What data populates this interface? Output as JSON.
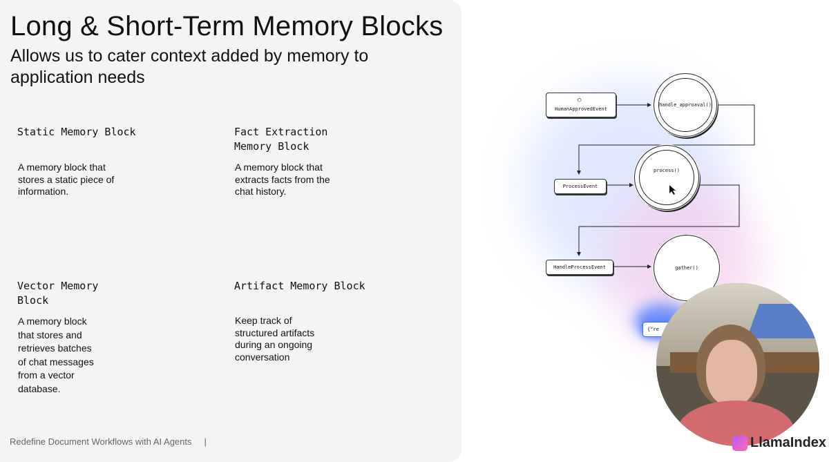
{
  "slide": {
    "title": "Long & Short-Term Memory Blocks",
    "subtitle": "Allows us to cater context added by memory to application needs",
    "blocks": [
      {
        "title": "Static Memory Block",
        "description": "A memory block that stores a static piece of information."
      },
      {
        "title": "Fact Extraction\nMemory Block",
        "description": "A memory block that extracts facts from the chat history."
      },
      {
        "title": "Vector Memory\nBlock",
        "description": "A memory block that stores and retrieves batches of chat messages from a vector database."
      },
      {
        "title": "Artifact Memory Block",
        "description": "Keep track of structured artifacts during an ongoing conversation"
      }
    ],
    "footer": {
      "text": "Redefine Document Workflows with AI Agents",
      "separator": "|"
    }
  },
  "diagram": {
    "events": [
      "HumanApprovedEvent",
      "ProcessEvent",
      "HandleProcessEvent"
    ],
    "steps": [
      "handle_approaval()",
      "process()",
      "gather()"
    ],
    "output_snippet": "{\"re"
  },
  "brand": {
    "name": "LlamaIndex"
  },
  "colors": {
    "accent": "#2f6bff",
    "pink_glow": "#f4b6e6",
    "blue_glow": "#bcd0ff"
  }
}
